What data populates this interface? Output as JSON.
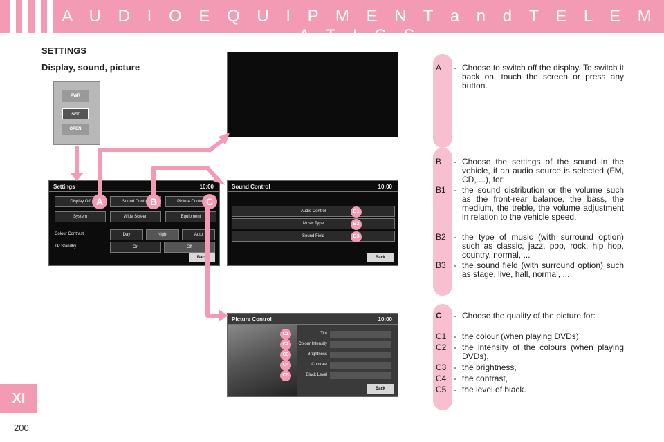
{
  "header": {
    "title": "A U D I O   E Q U I P M E N T   a n d   T E L E M A T I C S"
  },
  "side_tab": "XI",
  "page_number": "200",
  "section": {
    "title": "SETTINGS",
    "subtitle": "Display, sound, picture"
  },
  "device": {
    "buttons": [
      "PWR",
      "SET",
      "OPEN"
    ]
  },
  "settings_screen": {
    "title": "Settings",
    "time": "10:00",
    "row1": [
      "Display Off",
      "Sound Control",
      "Picture Control"
    ],
    "row2": [
      "System",
      "Wide Screen",
      "Equipment"
    ],
    "row3_label": "Colour Contrast",
    "row3": [
      "Day",
      "Night",
      "Auto"
    ],
    "row4_label": "TP Standby",
    "row4": [
      "On",
      "Off"
    ],
    "back": "Back"
  },
  "sound_screen": {
    "title": "Sound Control",
    "time": "10:00",
    "items": [
      "Audio Control",
      "Music Type",
      "Sound Field"
    ],
    "markers": [
      "B1",
      "B2",
      "B3"
    ],
    "back": "Back"
  },
  "picture_screen": {
    "title": "Picture Control",
    "time": "10:00",
    "items": [
      "Tint",
      "Colour Intensity",
      "Brightness",
      "Contrast",
      "Black Level"
    ],
    "markers": [
      "C1",
      "C2",
      "C3",
      "C4",
      "C5"
    ],
    "back": "Back"
  },
  "markers": {
    "a": "A",
    "b": "B",
    "c": "C"
  },
  "entries": {
    "a": [
      {
        "code": "A",
        "text": "Choose to switch off the display. To switch it back on, touch the screen or press any button."
      }
    ],
    "b": [
      {
        "code": "B",
        "text": "Choose the settings of the sound in the vehicle, if an audio source is selected (FM, CD, ...), for:"
      },
      {
        "code": "B1",
        "text": "the sound distribution or the volume such as the front-rear balance, the bass, the medium, the treble, the volume adjustment in relation to the vehicle speed,"
      },
      {
        "code": "B2",
        "text": "the type of music (with surround option) such as classic, jazz, pop, rock, hip hop, country, normal, ..."
      },
      {
        "code": "B3",
        "text": "the sound field (with surround option) such as stage, live, hall, normal, ..."
      }
    ],
    "c": [
      {
        "code": "C",
        "text": "Choose the quality of the picture for:"
      },
      {
        "code": "C1",
        "text": "the colour (when playing DVDs),"
      },
      {
        "code": "C2",
        "text": "the intensity of the colours (when playing DVDs),"
      },
      {
        "code": "C3",
        "text": "the brightness,"
      },
      {
        "code": "C4",
        "text": "the contrast,"
      },
      {
        "code": "C5",
        "text": "the level of black."
      }
    ]
  },
  "colors": {
    "accent": "#f39ab4",
    "pill": "#f8bfd0"
  }
}
